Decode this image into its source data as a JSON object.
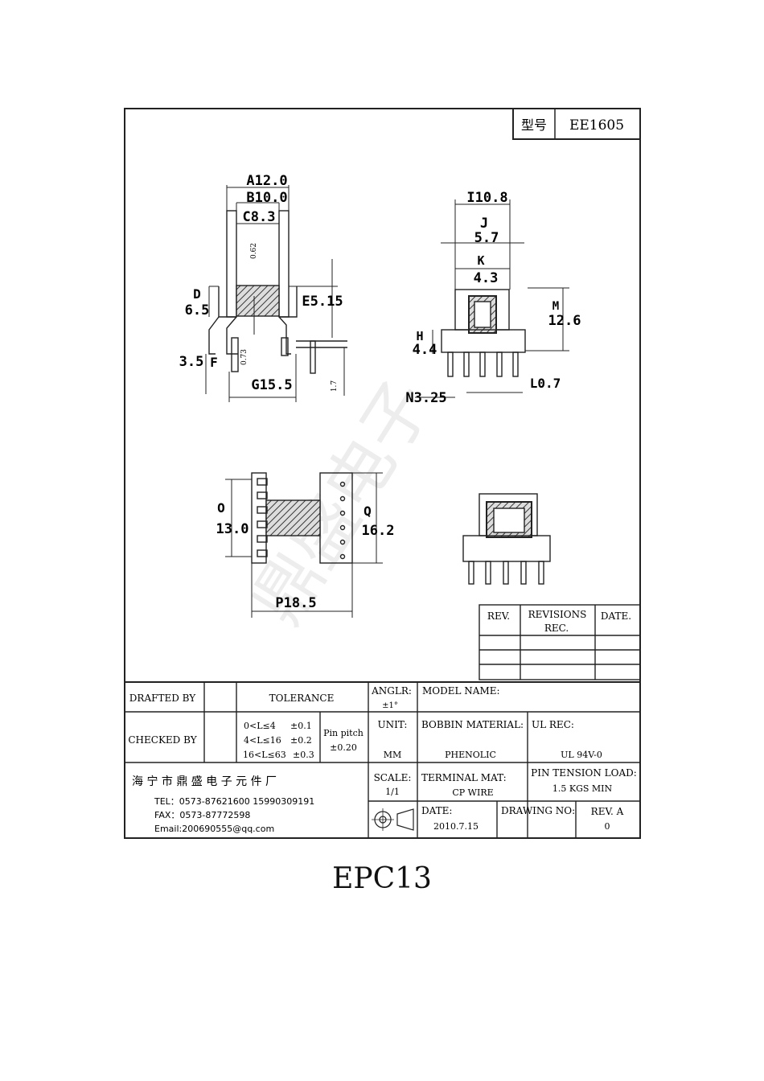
{
  "header": {
    "model_label": "型号",
    "model_value": "EE1605"
  },
  "dims": {
    "a": "A12.0",
    "b": "B10.0",
    "c": "C8.3",
    "d_label": "D",
    "d_val": "6.5",
    "e": "E5.15",
    "f_val": "3.5",
    "f_label": "F",
    "g": "G15.5",
    "small_062": "0.62",
    "small_073": "0.73",
    "small_17": "1.7",
    "i": "I10.8",
    "j_label": "J",
    "j_val": "5.7",
    "k_label": "K",
    "k_val": "4.3",
    "m_label": "M",
    "m_val": "12.6",
    "h_label": "H",
    "h_val": "4.4",
    "l": "L0.7",
    "n": "N3.25",
    "o_label": "O",
    "o_val": "13.0",
    "q_label": "Q",
    "q_val": "16.2",
    "p": "P18.5"
  },
  "revisions": {
    "rev": "REV.",
    "revisions_rec_1": "REVISIONS",
    "revisions_rec_2": "REC.",
    "date": "DATE."
  },
  "title_block": {
    "drafted_by": "DRAFTED BY",
    "checked_by": "CHECKED BY",
    "tolerance": "TOLERANCE",
    "tol_1": "0<L≤4",
    "tol_1v": "±0.1",
    "tol_2": "4<L≤16",
    "tol_2v": "±0.2",
    "tol_3": "16<L≤63",
    "tol_3v": "±0.3",
    "pin_pitch": "Pin pitch",
    "pin_pitch_v": "±0.20",
    "anglr": "ANGLR:",
    "anglr_v": "±1°",
    "model_name": "MODEL NAME:",
    "unit": "UNIT:",
    "unit_v": "MM",
    "bobbin_material": "BOBBIN MATERIAL:",
    "bobbin_material_v": "PHENOLIC",
    "ul_rec": "UL REC:",
    "ul_rec_v": "UL 94V-0",
    "company": "海 宁 市 鼎 盛 电 子 元 件 厂",
    "tel": "TEL：0573-87621600   15990309191",
    "fax": "FAX：0573-87772598",
    "email": "Email:200690555@qq.com",
    "scale": "SCALE:",
    "scale_v": "1/1",
    "terminal_mat": "TERMINAL MAT:",
    "terminal_mat_v": "CP WIRE",
    "pin_tension": "PIN TENSION LOAD:",
    "pin_tension_v": "1.5 KGS MIN",
    "date": "DATE:",
    "date_v": "2010.7.15",
    "drawing_no": "DRAWING NO:",
    "rev_a": "REV. A",
    "rev_a_v": "0"
  },
  "watermark": "鼎盛电子",
  "caption": "EPC13"
}
